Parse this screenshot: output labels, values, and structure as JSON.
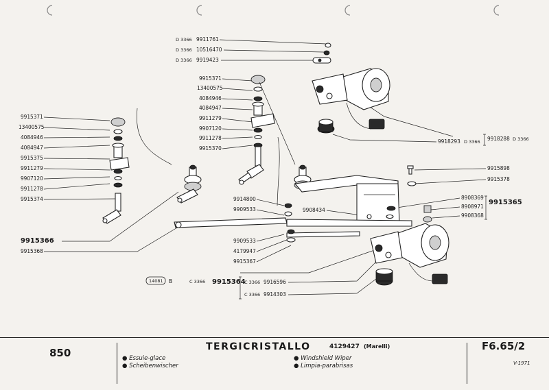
{
  "labels": {
    "top_group": [
      {
        "prefix": "D 3366",
        "code": "9911761"
      },
      {
        "prefix": "D 3366",
        "code": "10516470"
      },
      {
        "prefix": "D 3366",
        "code": "9919423"
      }
    ],
    "center_stack": [
      "9915371",
      "13400575",
      "4084946",
      "4084947",
      "9911279",
      "9907120",
      "9911278",
      "9915370"
    ],
    "left_stack": [
      "9915371",
      "13400575",
      "4084946",
      "4084947",
      "9915375",
      "9911279",
      "9907120",
      "9911278",
      "9915374"
    ],
    "left_bottom": [
      "9915366",
      "9915368"
    ],
    "linkage_stack": [
      "9914800",
      "9909533",
      "9909533",
      "4179947",
      "9915367"
    ],
    "mid_code": "9908434",
    "right_top": {
      "code": "9918293",
      "prefix": "D 3366",
      "group": "9918288",
      "group_prefix": "D 3366"
    },
    "right_mid": [
      "9915898",
      "9915378"
    ],
    "right_group_items": [
      "8908369",
      "8908971",
      "9908368"
    ],
    "right_group": "9915365",
    "bottom": {
      "badge": "14081",
      "badge_suffix": "B",
      "c_prefix": "C 3366",
      "c_group": "9915364",
      "c_items": [
        {
          "prefix": "C 3366",
          "code": "9916596"
        },
        {
          "prefix": "C 3366",
          "code": "9914303"
        }
      ]
    }
  },
  "footer": {
    "code": "850",
    "title": "TERGICRISTALLO",
    "part_number": "4129427",
    "maker": "(Marelli)",
    "desc_left": [
      "Essuie-glace",
      "Scheibenwischer"
    ],
    "desc_right": [
      "Windshield Wiper",
      "Limpia-parabrisas"
    ],
    "sheet": "F6.65/2",
    "date": "V-1971"
  }
}
